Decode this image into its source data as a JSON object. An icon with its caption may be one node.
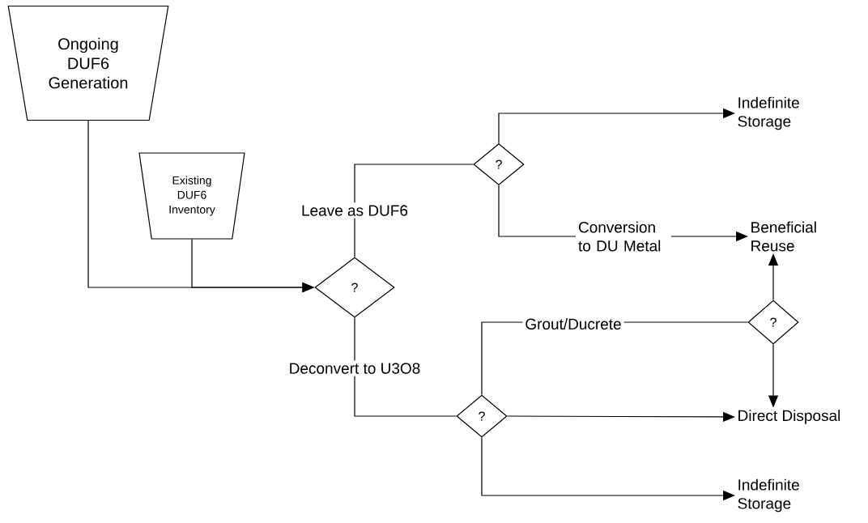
{
  "diagram": {
    "nodes": [
      {
        "text": [
          "Ongoing DUF6 Generation"
        ]
      },
      {
        "text": [
          "Existing DUF6 Inventory"
        ]
      },
      {
        "text": [
          "?"
        ]
      },
      {
        "text": [
          "?"
        ]
      },
      {
        "text": [
          "Indefinite Storage"
        ]
      },
      {
        "text": [
          "Beneficial Reuse"
        ]
      },
      {
        "text": [
          "?"
        ]
      },
      {
        "text": [
          "?"
        ]
      },
      {
        "text": [
          "Direct Disposal"
        ]
      },
      {
        "text": [
          "Indefinite Storage"
        ]
      }
    ],
    "edges": [
      {
        "from": 0,
        "to": 2,
        "arrow": "to"
      },
      {
        "from": 1,
        "to": 2,
        "arrow": "to"
      },
      {
        "from": 2,
        "to": 3,
        "arrow": "none",
        "label": "Leave as DUF6"
      },
      {
        "from": 3,
        "to": 4,
        "arrow": "to"
      },
      {
        "from": 3,
        "to": 5,
        "arrow": "to",
        "label": "Conversion to DU Metal"
      },
      {
        "from": 2,
        "to": 7,
        "arrow": "none",
        "label": "Deconvert to U3O8"
      },
      {
        "from": 7,
        "to": 6,
        "arrow": "none",
        "label": "Grout/Ducrete"
      },
      {
        "from": 6,
        "to": 5,
        "arrow": "to"
      },
      {
        "from": 6,
        "to": 8,
        "arrow": "to"
      },
      {
        "from": 7,
        "to": 8,
        "arrow": "to"
      },
      {
        "from": 7,
        "to": 9,
        "arrow": "to"
      }
    ]
  }
}
